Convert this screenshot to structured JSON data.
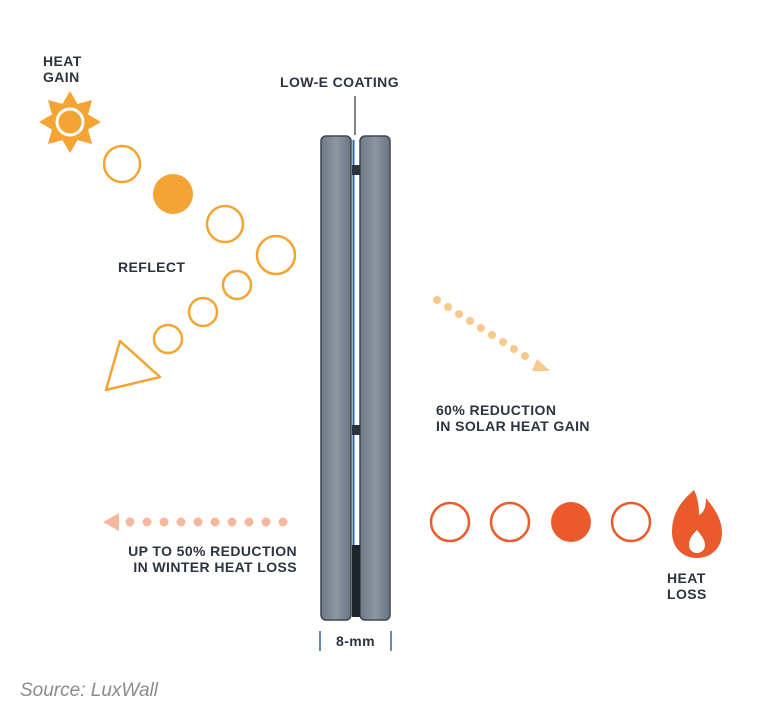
{
  "labels": {
    "heat_gain_line1": "HEAT",
    "heat_gain_line2": "GAIN",
    "low_e": "LOW-E COATING",
    "reflect": "REFLECT",
    "solar_line1": "60% REDUCTION",
    "solar_line2": "IN SOLAR HEAT GAIN",
    "winter_line1": "UP TO 50% REDUCTION",
    "winter_line2": "IN WINTER HEAT LOSS",
    "heat_loss_line1": "HEAT",
    "heat_loss_line2": "LOSS",
    "thickness": "8-mm"
  },
  "source": "Source: LuxWall",
  "icons": {
    "sun": "sun-icon",
    "flame": "flame-icon",
    "triangle": "triangle-outline-icon",
    "arrow_right": "dotted-arrow-down-right-icon",
    "arrow_left": "dotted-arrow-left-icon"
  },
  "colors": {
    "solar": "#f4a433",
    "solar_light": "#f7c98a",
    "heat": "#ea5a2c",
    "heat_light": "#f5b89e",
    "glass": "#7e8795",
    "coating": "#2f62b0",
    "text": "#2c3440"
  }
}
